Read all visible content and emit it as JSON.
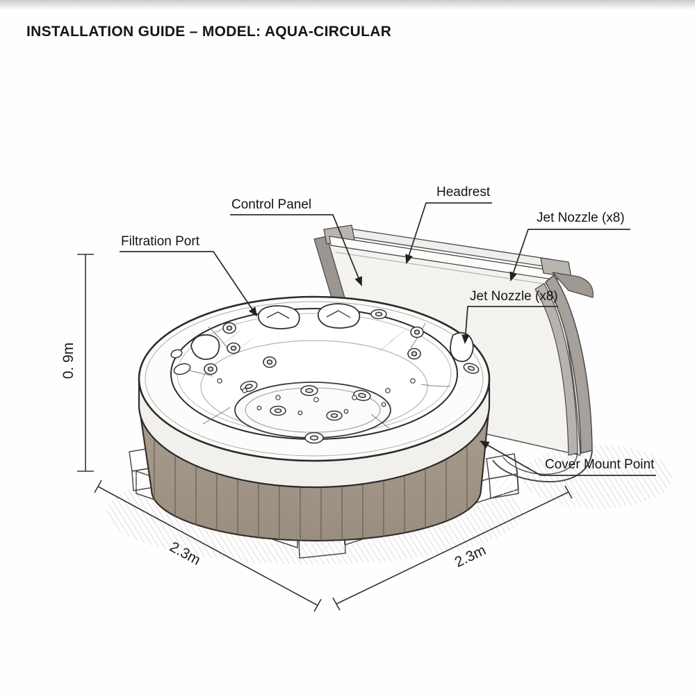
{
  "title": "INSTALLATION GUIDE – MODEL: AQUA-CIRCULAR",
  "labels": {
    "filtration_port": "Filtration Port",
    "control_panel": "Control Panel",
    "headrest": "Headrest",
    "jet_nozzle_top": "Jet Nozzle (x8)",
    "jet_nozzle_inner": "Jet Nozzle (x8)",
    "cover_mount_point": "Cover Mount Point"
  },
  "dimensions": {
    "height": "0. 9m",
    "diameter_left": "2.3m",
    "diameter_right": "2.3m"
  },
  "model": "AQUA-CIRCULAR",
  "colors": {
    "ink": "#2b2b2b",
    "wood_panel": "#a49788",
    "cover_gray": "#a6a19b",
    "paper": "#fefefe"
  }
}
